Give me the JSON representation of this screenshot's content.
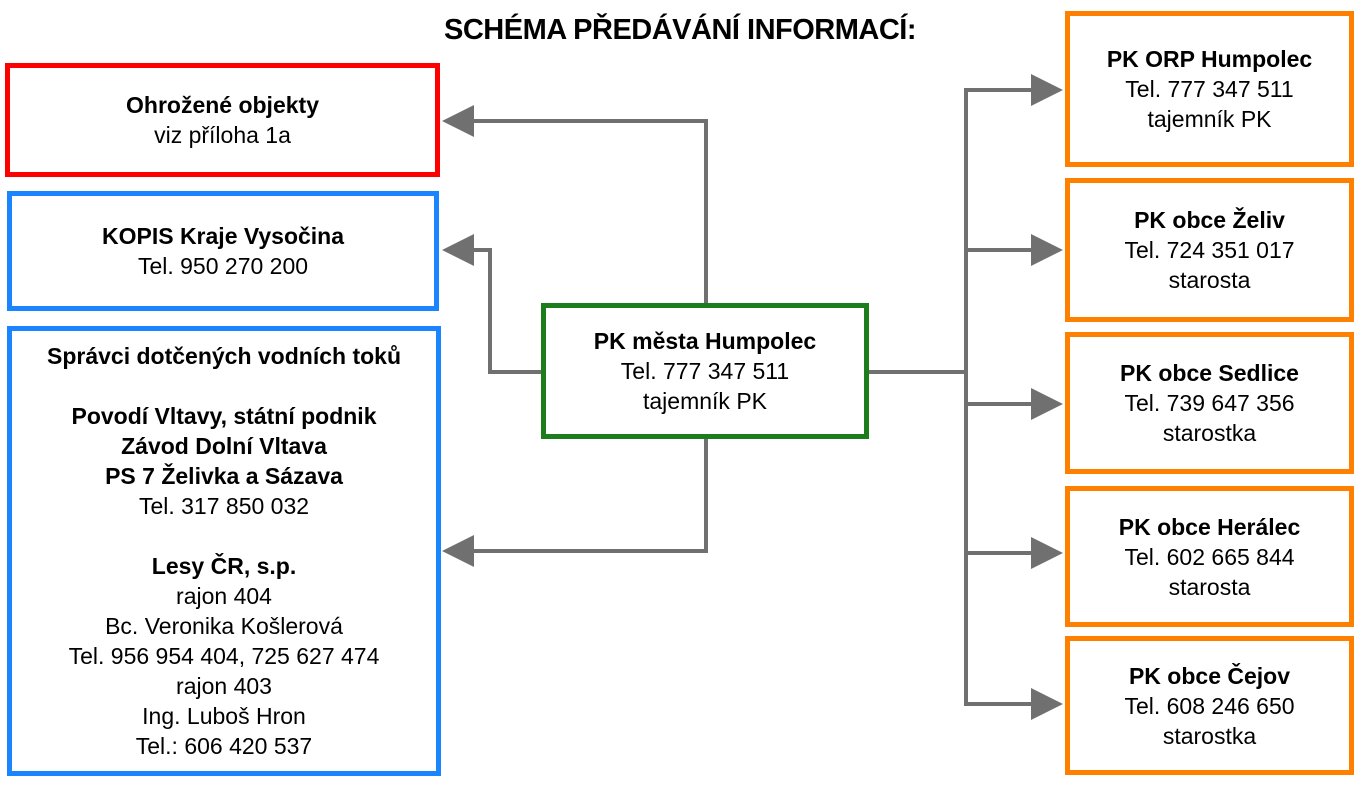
{
  "title": "SCHÉMA PŘEDÁVÁNÍ INFORMACÍ:",
  "colors": {
    "red": "#ff0000",
    "blue": "#1b85ff",
    "green": "#1d7d1d",
    "orange": "#ff8000",
    "connector": "#707070"
  },
  "left": {
    "threatened": {
      "title": "Ohrožené objekty",
      "line": "viz příloha 1a"
    },
    "kopis": {
      "title": "KOPIS Kraje Vysočina",
      "line": "Tel. 950 270 200"
    },
    "rivers": {
      "title": "Správci dotčených vodních toků",
      "povodi": [
        "Povodí Vltavy, státní podnik",
        "Závod Dolní Vltava",
        "PS 7 Želivka a Sázava"
      ],
      "povodi_tel": "Tel. 317 850 032",
      "lesy": "Lesy ČR, s.p.",
      "lesy_lines": [
        "rajon 404",
        "Bc. Veronika Košlerová",
        "Tel. 956 954 404, 725 627 474",
        "rajon 403",
        "Ing. Luboš Hron",
        "Tel.: 606 420 537"
      ]
    }
  },
  "center": {
    "title": "PK města Humpolec",
    "tel": "Tel. 777 347 511",
    "role": "tajemník PK"
  },
  "right": [
    {
      "title": "PK ORP Humpolec",
      "tel": "Tel. 777 347 511",
      "role": "tajemník PK"
    },
    {
      "title": "PK obce Želiv",
      "tel": "Tel. 724 351 017",
      "role": "starosta"
    },
    {
      "title": "PK obce Sedlice",
      "tel": "Tel. 739 647 356",
      "role": "starostka"
    },
    {
      "title": "PK obce Herálec",
      "tel": "Tel. 602 665 844",
      "role": "starosta"
    },
    {
      "title": "PK obce Čejov",
      "tel": "Tel. 608 246 650",
      "role": "starostka"
    }
  ]
}
